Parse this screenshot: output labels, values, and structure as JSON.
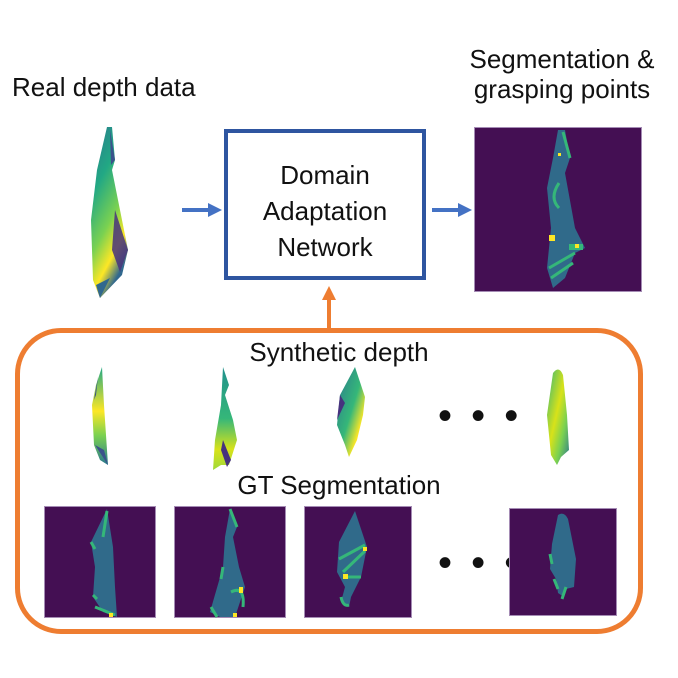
{
  "labels": {
    "real_depth": "Real depth data",
    "segmentation_line1": "Segmentation &",
    "segmentation_line2": "grasping points",
    "network_line1": "Domain",
    "network_line2": "Adaptation",
    "network_line3": "Network",
    "synthetic_depth": "Synthetic depth",
    "gt_segmentation": "GT Segmentation",
    "ellipsis": "• • •"
  },
  "colors": {
    "network_border": "#2e55a0",
    "arrow_blue": "#4472c4",
    "container_orange": "#ee7d31",
    "seg_background": "#440f53",
    "seg_cloth": "#306a8a",
    "seg_edge": "#35b779",
    "seg_point": "#fde725"
  },
  "nodes": [
    {
      "id": "real-depth",
      "type": "image",
      "caption": "Real depth data"
    },
    {
      "id": "domain-adaptation-network",
      "type": "box",
      "caption": "Domain Adaptation Network"
    },
    {
      "id": "segmentation-output",
      "type": "image",
      "caption": "Segmentation & grasping points"
    },
    {
      "id": "synthetic-data",
      "type": "group",
      "caption": "Synthetic depth / GT Segmentation",
      "synthetic_depth_images": 4,
      "gt_segmentation_images": 4
    }
  ],
  "edges": [
    {
      "from": "real-depth",
      "to": "domain-adaptation-network"
    },
    {
      "from": "domain-adaptation-network",
      "to": "segmentation-output"
    },
    {
      "from": "synthetic-data",
      "to": "domain-adaptation-network"
    }
  ]
}
